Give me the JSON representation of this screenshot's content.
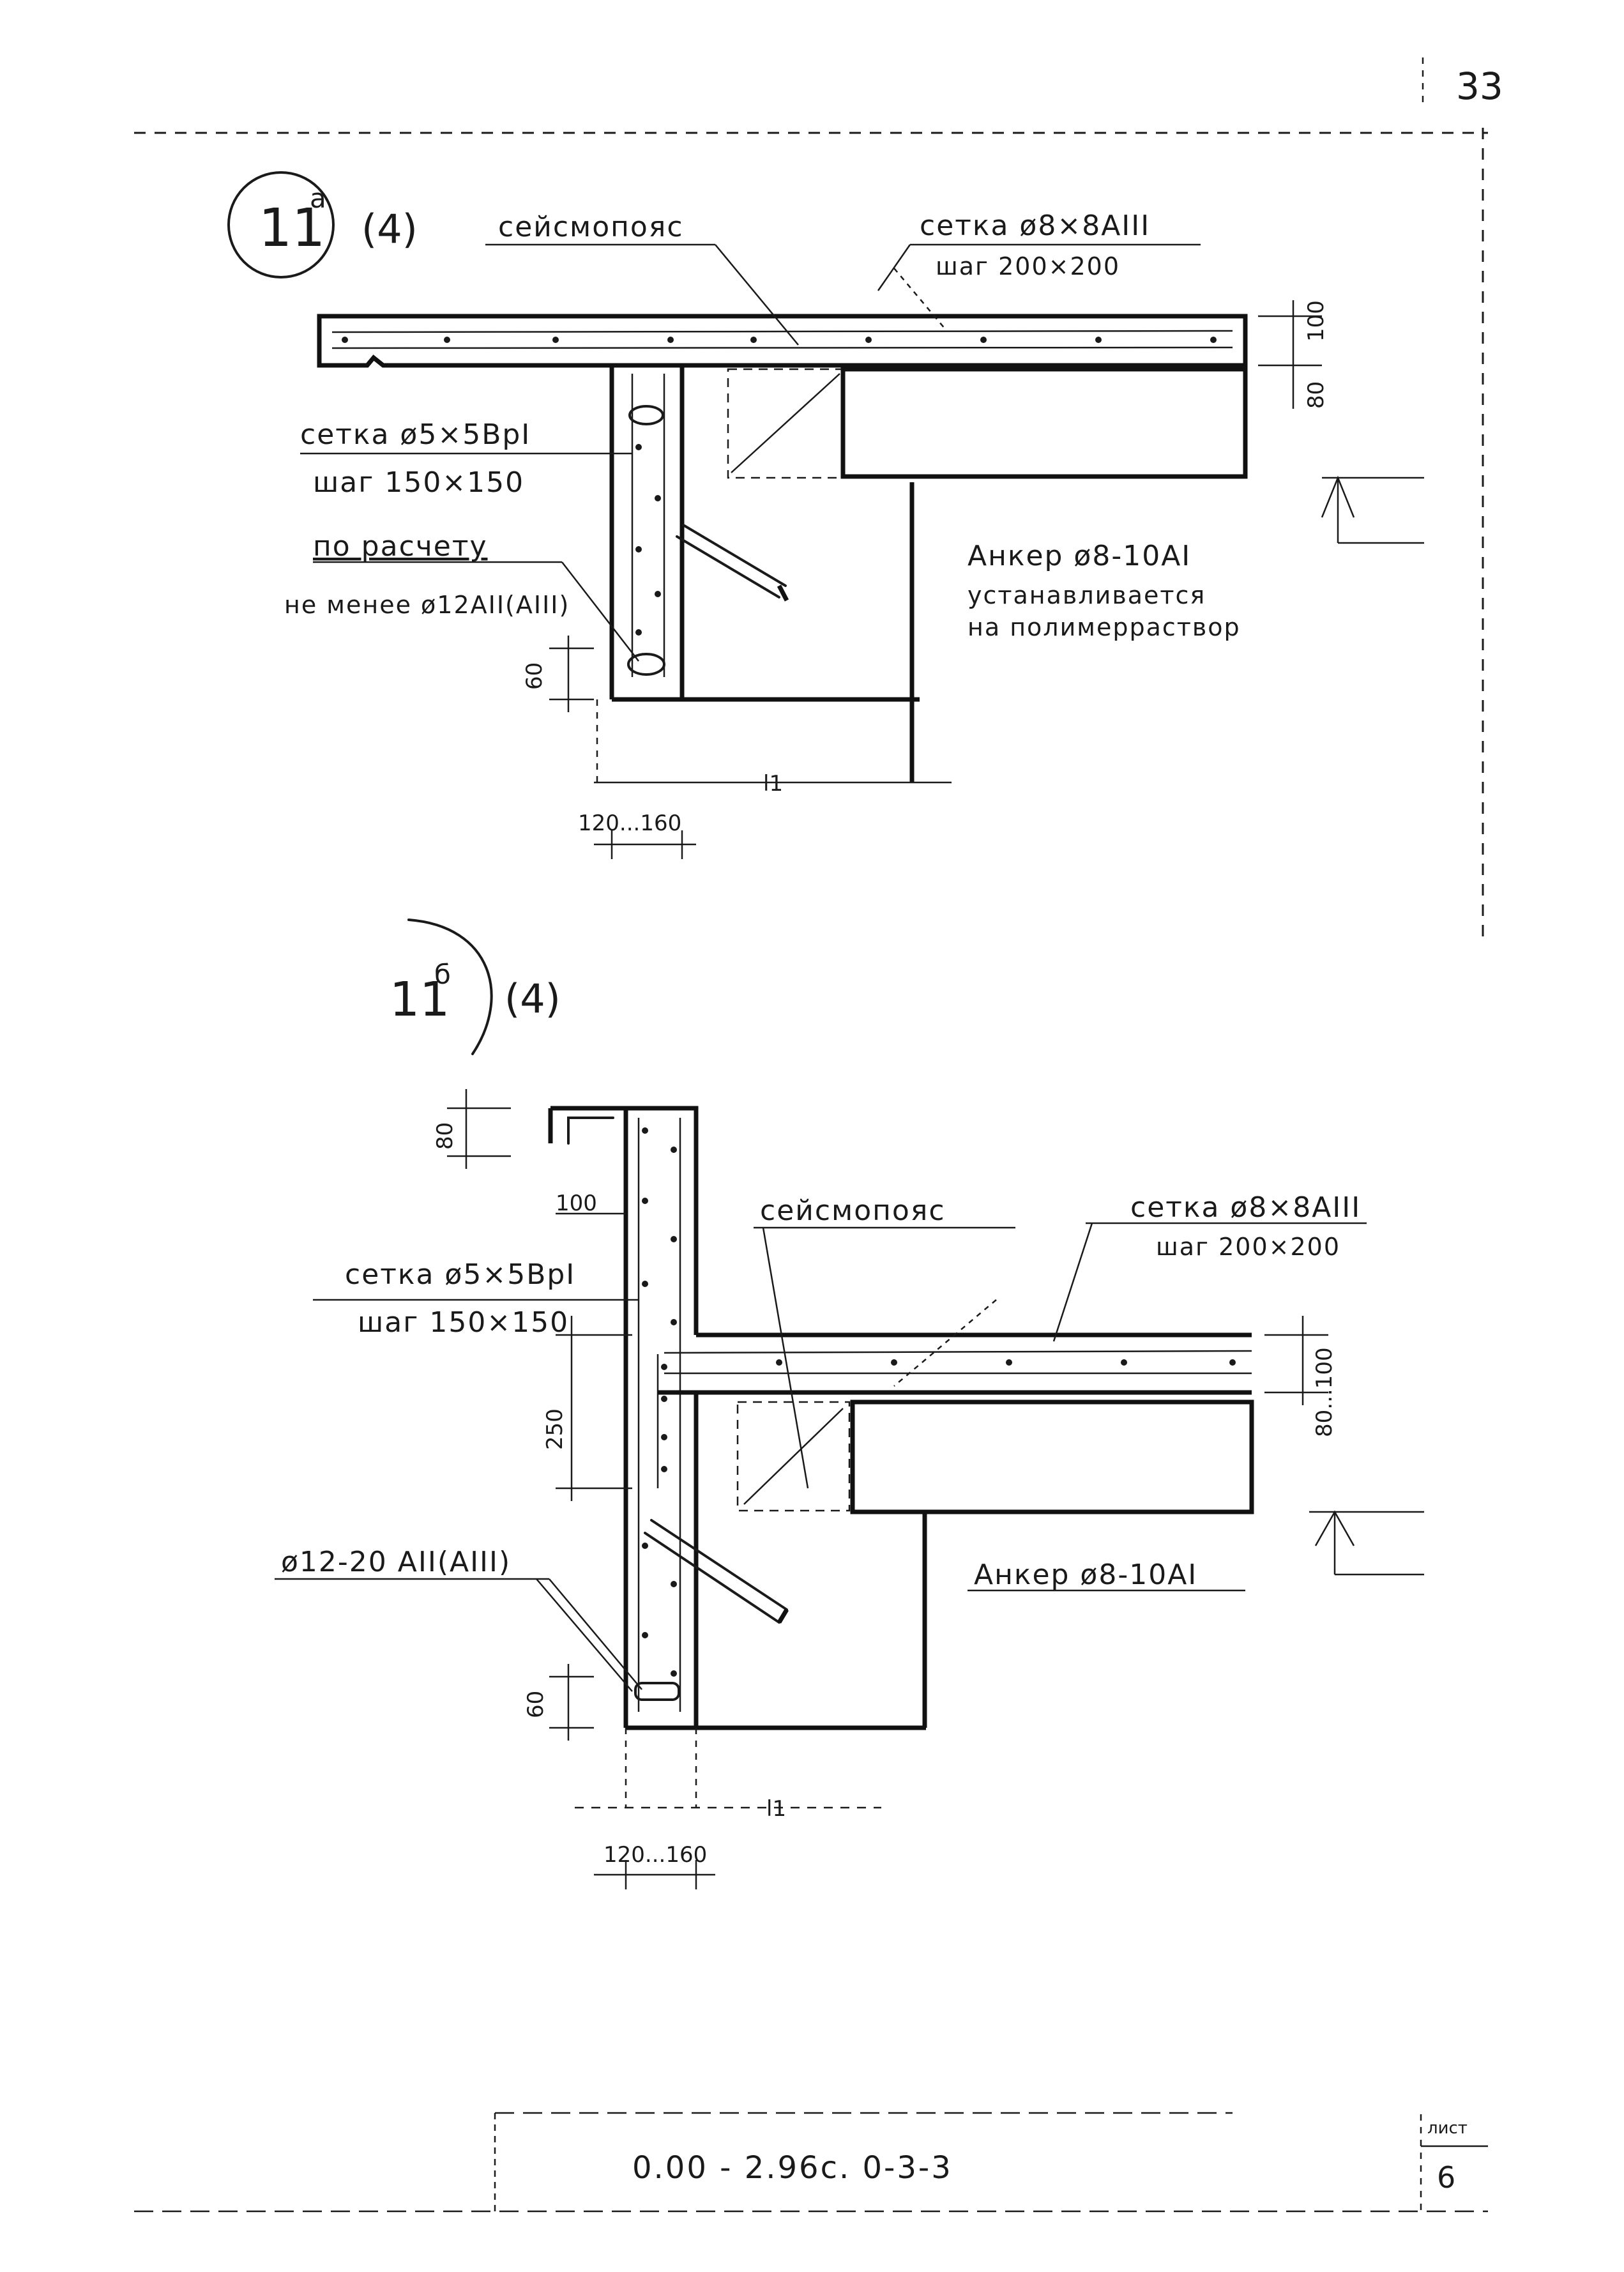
{
  "sheet": {
    "page_number": "33",
    "footer_code": "0.00 - 2.96с. 0-3-3",
    "footer_sheet_label": "лист",
    "footer_sheet_number": "6"
  },
  "detail_a": {
    "mark": "11",
    "mark_sup": "а",
    "ref": "(4)",
    "seismic_belt": "сейсмопояс",
    "top_mesh_line1": "сетка ø8×8АIII",
    "top_mesh_line2": "шаг 200×200",
    "wall_mesh_line1": "сетка ø5×5ВрI",
    "wall_mesh_line2": "шаг 150×150",
    "calc_line1": "по расчету",
    "calc_line2": "не менее ø12АII(АIII)",
    "anchor_line1": "Анкер ø8-10АI",
    "anchor_line2": "устанавливается",
    "anchor_line3": "на полимерраствор",
    "dim_top": "100",
    "dim_slab": "80",
    "dim_bottom": "60",
    "dim_width": "120...160",
    "dim_span": "l1"
  },
  "detail_b": {
    "mark": "11",
    "mark_sup": "б",
    "ref": "(4)",
    "seismic_belt": "сейсмопояс",
    "top_mesh_line1": "сетка ø8×8АIII",
    "top_mesh_line2": "шаг 200×200",
    "wall_mesh_line1": "сетка ø5×5ВрI",
    "wall_mesh_line2": "шаг 150×150",
    "bar_label": "ø12-20 АII(АIII)",
    "anchor": "Анкер ø8-10АI",
    "dim_80": "80",
    "dim_100": "100",
    "dim_250": "250",
    "dim_slab": "80...100",
    "dim_bottom": "60",
    "dim_width": "120...160",
    "dim_span": "l1"
  }
}
